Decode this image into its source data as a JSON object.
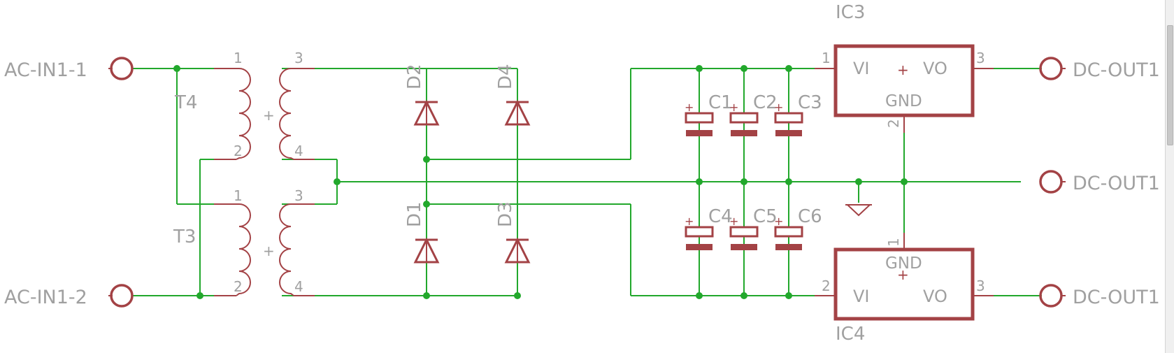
{
  "diagram": {
    "components": {
      "ic3": {
        "ref": "IC3",
        "vi": "VI",
        "vo": "VO",
        "gnd": "GND",
        "plus": "+",
        "pin_in": "1",
        "pin_out": "3",
        "pin_gnd": "2"
      },
      "ic4": {
        "ref": "IC4",
        "vi": "VI",
        "vo": "VO",
        "gnd": "GND",
        "plus": "+",
        "pin_in": "2",
        "pin_out": "3",
        "pin_gnd": "1"
      },
      "t4": {
        "ref": "T4",
        "pin1": "1",
        "pin2": "2",
        "pin3": "3",
        "pin4": "4",
        "plus": "+"
      },
      "t3": {
        "ref": "T3",
        "pin1": "1",
        "pin2": "2",
        "pin3": "3",
        "pin4": "4",
        "plus": "+"
      },
      "diodes": [
        "D2",
        "D4",
        "D1",
        "D3"
      ],
      "capacitors_top": [
        "C1",
        "C2",
        "C3"
      ],
      "capacitors_bottom": [
        "C4",
        "C5",
        "C6"
      ],
      "cap_polarity": "+"
    },
    "connectors": {
      "ac_in_1": "AC-IN1-1",
      "ac_in_2": "AC-IN1-2",
      "dc_out_1": "DC-OUT1",
      "dc_out_2": "DC-OUT1",
      "dc_out_3": "DC-OUT1"
    },
    "colors": {
      "wire": "#22a82c",
      "symbol": "#a34245",
      "label": "#a0a0a0"
    }
  }
}
